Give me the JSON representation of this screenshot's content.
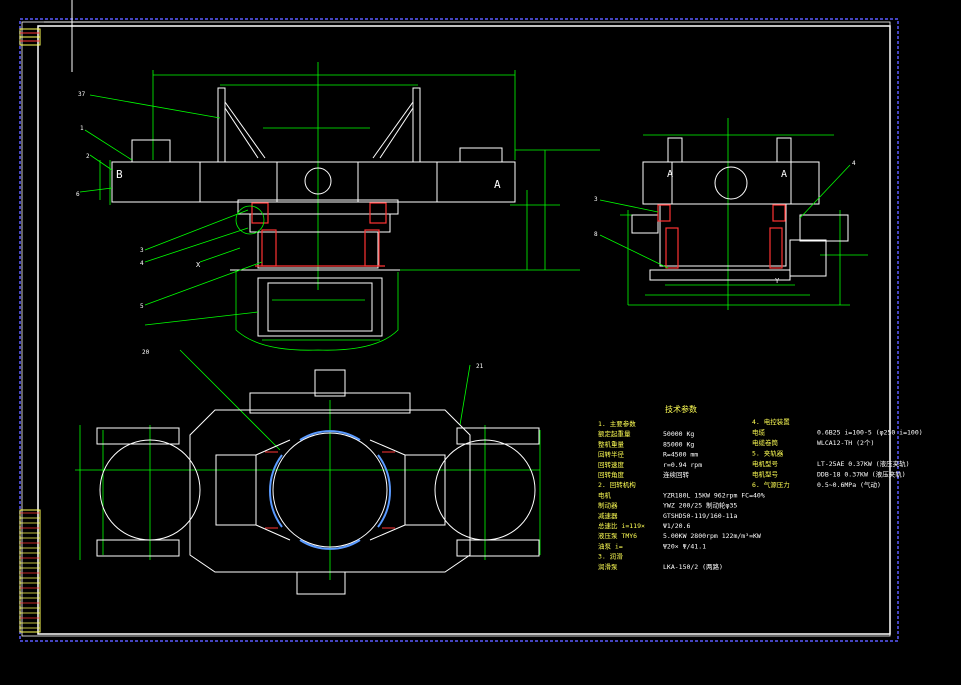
{
  "colors": {
    "background": "#000000",
    "drawing": "#ffffff",
    "dimension": "#00ff00",
    "hidden": "#ff3333",
    "frame_dashed": "#5a5aff",
    "title_block": "#ffff55"
  },
  "labels": {
    "section_A_left": "A",
    "section_B_left": "B",
    "section_A_right_1": "A",
    "section_A_right_2": "A",
    "view_X": "X",
    "view_Y": "Y"
  },
  "leaders": {
    "top_left": [
      "37",
      "1",
      "6",
      "2",
      "3",
      "4",
      "5"
    ],
    "plan": [
      "20",
      "21"
    ],
    "side": [
      "3",
      "8",
      "4"
    ]
  },
  "specs": {
    "heading": "技术参数",
    "col1": [
      {
        "label": "1. 主要参数",
        "value": ""
      },
      {
        "label": "   额定起重量",
        "value": "50000 Kg"
      },
      {
        "label": "   整机重量",
        "value": "85000 Kg"
      },
      {
        "label": "   回转半径",
        "value": "R=4500 mm"
      },
      {
        "label": "   回转速度",
        "value": "r=0.94 rpm"
      },
      {
        "label": "   回转角度",
        "value": "连续回转"
      },
      {
        "label": "2. 回转机构",
        "value": ""
      },
      {
        "label": "   电机",
        "value": "YZR180L  15KW  962rpm  FC=40%"
      },
      {
        "label": "   制动器",
        "value": "YWZ 200/25  制动轮φ35"
      },
      {
        "label": "   减速器",
        "value": "GTSHD50-119/160-11a"
      },
      {
        "label": "   总速比 i=119×",
        "value": "Ψ1/20.6"
      },
      {
        "label": "   液压泵 TMY6",
        "value": "5.00KW  2800rpm  122m/m³=KW"
      },
      {
        "label": "   油泵 i=",
        "value": "Ψ20×  Ψ/41.1"
      },
      {
        "label": "3. 润滑",
        "value": ""
      },
      {
        "label": "   润滑泵",
        "value": "LKA-150/2 (两路)"
      }
    ],
    "col2": [
      {
        "label": "4. 电控装置",
        "value": ""
      },
      {
        "label": "   电缆",
        "value": "0.6B25 i=100-5  (φ250 i=100)"
      },
      {
        "label": "   电缆卷筒",
        "value": "WLCA12-TH  (2个)"
      },
      {
        "label": "5. 夹轨器",
        "value": ""
      },
      {
        "label": "   电机型号",
        "value": "LT-25AE  0.37KW  (液压夹轨)"
      },
      {
        "label": "   电机型号",
        "value": "DDB-18  0.37KW  (液压夹轨)"
      },
      {
        "label": "6. 气源压力",
        "value": "0.5~0.6MPa (气动)"
      }
    ]
  }
}
